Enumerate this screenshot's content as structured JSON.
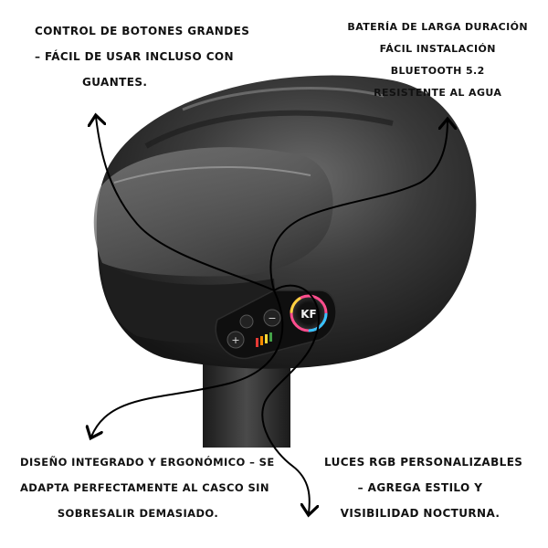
{
  "callouts": {
    "buttons": {
      "lines": [
        "Control de botones grandes",
        "– Fácil de usar incluso con",
        "guantes."
      ]
    },
    "features": {
      "lines": [
        "Batería de larga duración",
        "Fácil instalación",
        "Bluetooth 5.2",
        "Resistente al agua"
      ]
    },
    "design": {
      "lines": [
        "Diseño integrado y ergonómico – se",
        "adapta perfectamente al casco sin",
        "sobresalir demasiado."
      ]
    },
    "rgb": {
      "lines": [
        "Luces RGB personalizables",
        "– Agrega estilo y",
        "visibilidad nocturna."
      ]
    }
  },
  "device": {
    "logo_text": "KF",
    "button_labels": [
      "+",
      "−"
    ]
  }
}
